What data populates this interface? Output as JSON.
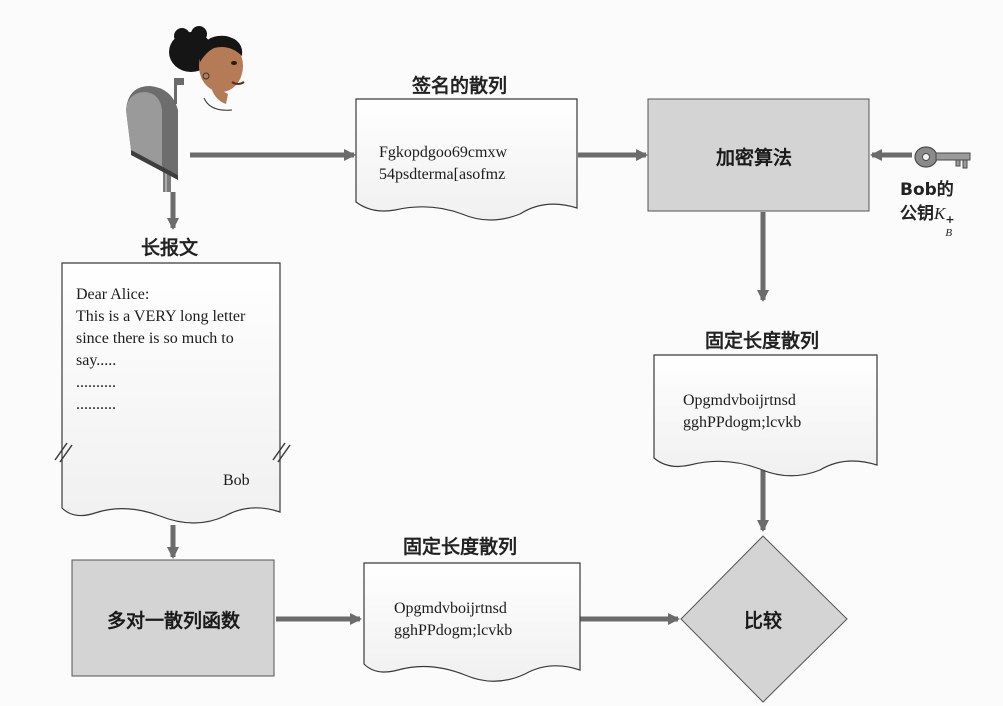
{
  "signed_hash": {
    "title": "签名的散列",
    "line1": "Fgkopdgoo69cmxw",
    "line2": "54psdterma[asofmz"
  },
  "encrypt_box": {
    "label": "加密算法"
  },
  "public_key": {
    "line1": "Bob的",
    "line2_prefix": "公钥",
    "symbol": "K",
    "superscript": "+",
    "subscript": "B"
  },
  "long_message": {
    "title": "长报文",
    "lines": [
      "Dear Alice:",
      "This is a VERY long letter",
      "since there is so much to",
      "say.....",
      "..........",
      ".........."
    ],
    "signature": "Bob"
  },
  "fixed_hash_right": {
    "title": "固定长度散列",
    "line1": "Opgmdvboijrtnsd",
    "line2": "gghPPdogm;lcvkb"
  },
  "hash_function_box": {
    "label": "多对一散列函数"
  },
  "fixed_hash_bottom": {
    "title": "固定长度散列",
    "line1": "Opgmdvboijrtnsd",
    "line2": "gghPPdogm;lcvkb"
  },
  "compare_diamond": {
    "label": "比较"
  },
  "colors": {
    "arrow": "#6b6b6b",
    "box_fill": "#d4d4d4",
    "doc_stroke": "#3a3a3a",
    "skin": "#b57a56",
    "hair": "#151515"
  },
  "icons": [
    "mailbox-icon",
    "alice-avatar-icon",
    "key-icon"
  ]
}
